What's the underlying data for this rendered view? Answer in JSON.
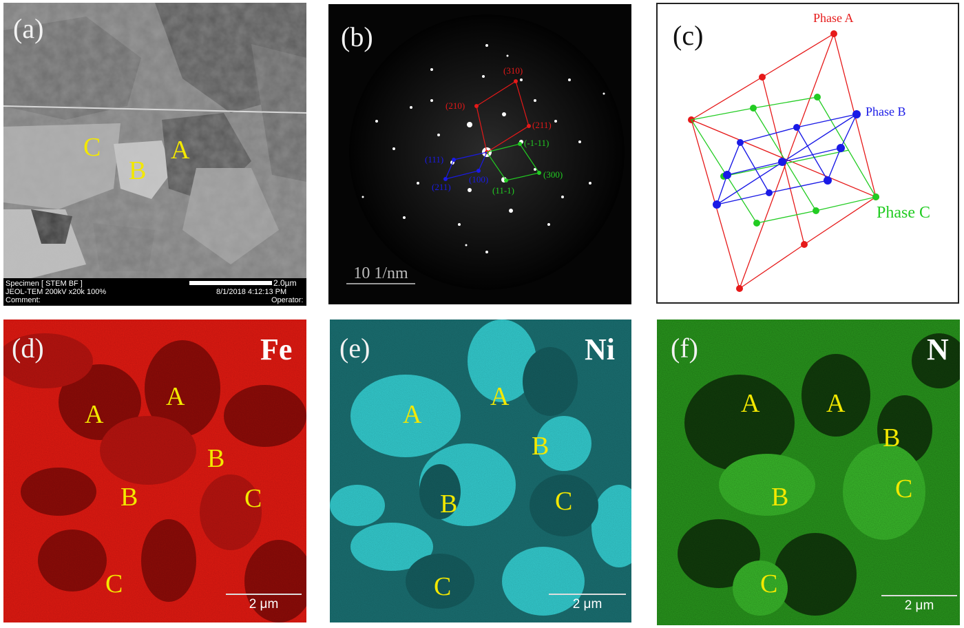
{
  "panels": {
    "a": {
      "label": "(a)",
      "regions": [
        "C",
        "B",
        "A"
      ],
      "info": {
        "specimen": "Specimen [ STEM BF ]",
        "scale": "2.0µm",
        "instrument": "JEOL-TEM 200kV x20k 100%",
        "datetime": "8/1/2018 4:12:13 PM",
        "comment": "Comment:",
        "operator": "Operator:"
      }
    },
    "b": {
      "label": "(b)",
      "scale": "10 1/nm",
      "red_indices": [
        "(310)",
        "(210)",
        "(211)"
      ],
      "green_indices": [
        "(-1-11)",
        "(300)",
        "(11-1)"
      ],
      "blue_indices": [
        "(111)",
        "(211)",
        "(100)"
      ]
    },
    "c": {
      "label": "(c)",
      "phase_a": "Phase A",
      "phase_b": "Phase B",
      "phase_c": "Phase C"
    },
    "d": {
      "label": "(d)",
      "element": "Fe",
      "scale": "2 μm",
      "regions": [
        "A",
        "A",
        "B",
        "B",
        "C",
        "C"
      ]
    },
    "e": {
      "label": "(e)",
      "element": "Ni",
      "scale": "2 μm",
      "regions": [
        "A",
        "A",
        "B",
        "B",
        "C",
        "C"
      ]
    },
    "f": {
      "label": "(f)",
      "element": "N",
      "scale": "2 μm",
      "regions": [
        "A",
        "A",
        "B",
        "B",
        "C",
        "C"
      ]
    }
  },
  "colors": {
    "phase_a": "#e61919",
    "phase_b": "#1a1ae6",
    "phase_c": "#22cc22",
    "region_text": "#f3e800",
    "fe_map": "#e21a12",
    "ni_map": "#2cc9cc",
    "n_map": "#2a9a1e"
  }
}
